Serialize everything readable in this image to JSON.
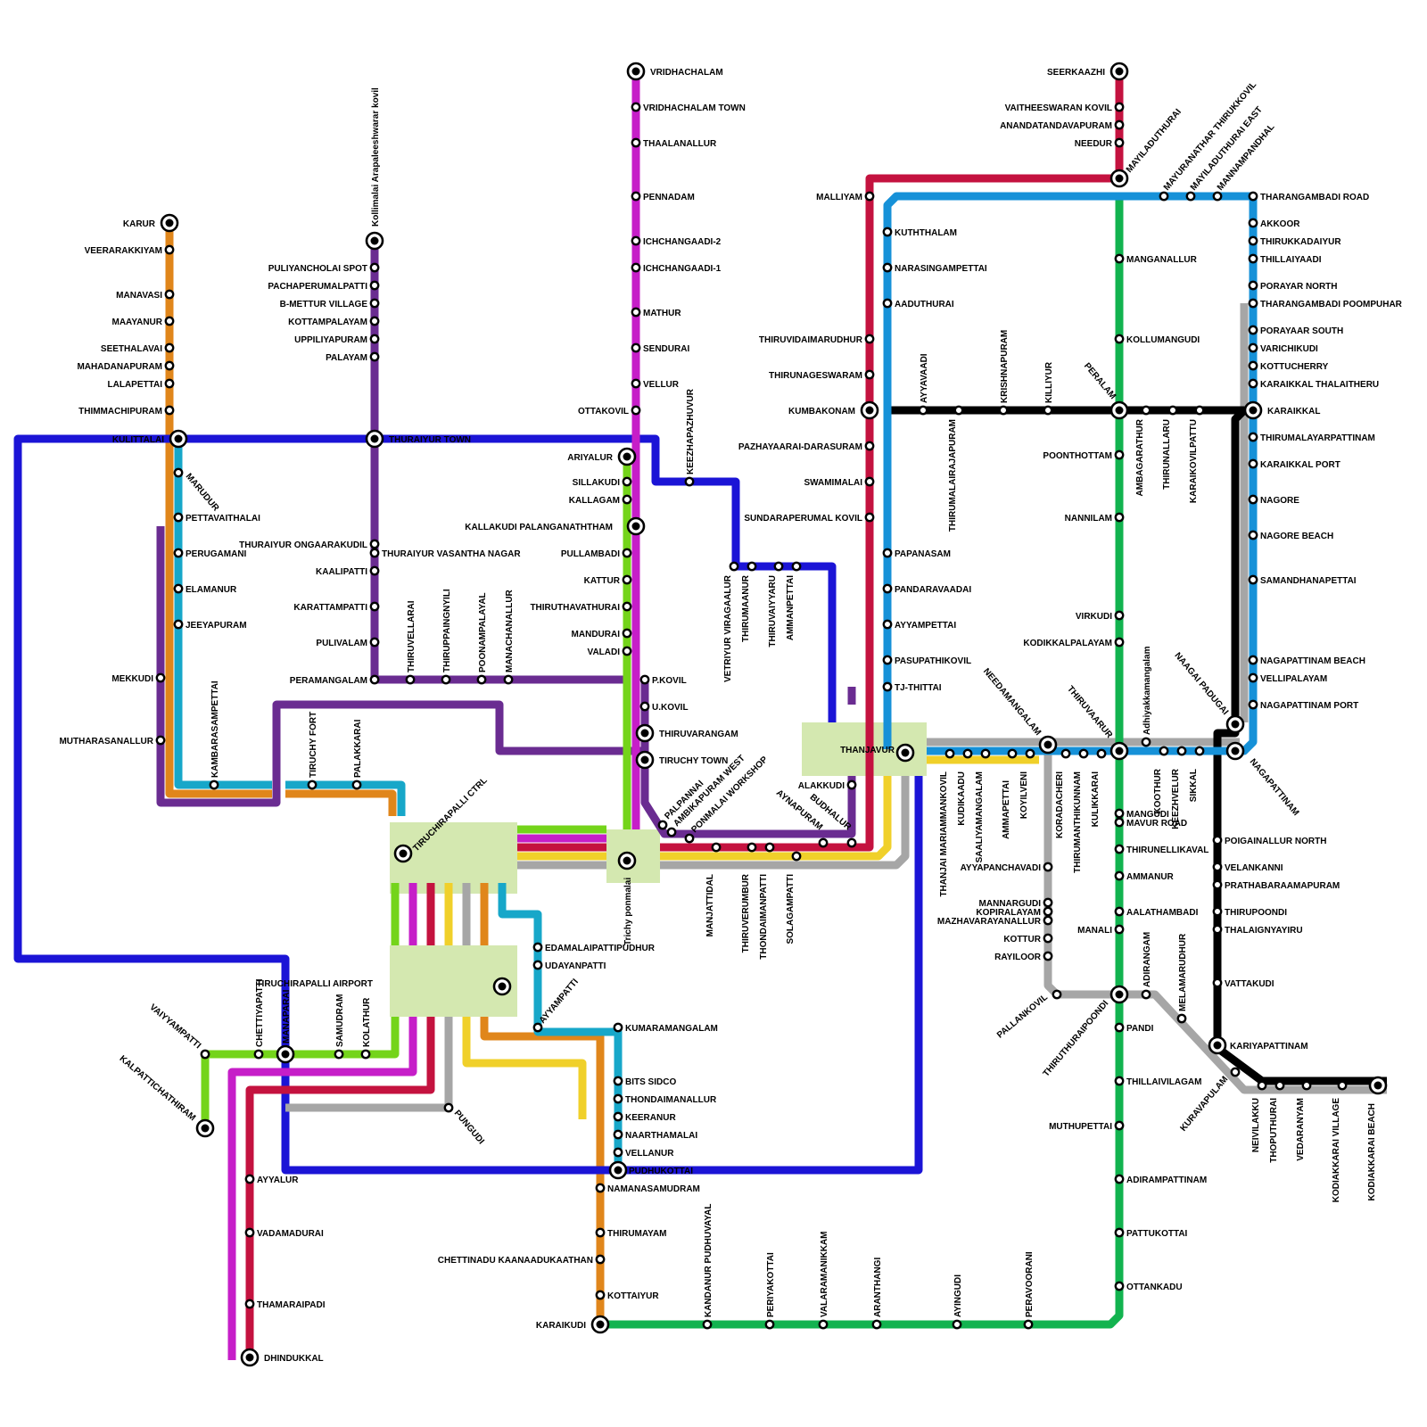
{
  "colors": {
    "orange": "#e0861b",
    "cyan": "#17a7c9",
    "blue": "#1b14d6",
    "purple": "#6a2c91",
    "magenta": "#c61ec8",
    "green_light": "#74d41a",
    "red": "#c4123f",
    "yellow": "#f0d02a",
    "gray": "#a6a6a6",
    "green": "#12b34f",
    "black": "#000000",
    "skyblue": "#1691d8",
    "hub": "#d4e8b0"
  },
  "hubs": [
    {
      "label": "TIRUCHIRAPALLI CTRL"
    },
    {
      "label": "TIRUCHIRAPALLI AIRPORT"
    },
    {
      "label": "THANJAVUR"
    },
    {
      "label": "Trichy ponmalai"
    }
  ],
  "stations": [
    "KARUR",
    "VEERARAKKIYAM",
    "MANAVASI",
    "MAAYANUR",
    "SEETHALAVAI",
    "MAHADANAPURAM",
    "LALAPETTAI",
    "THIMMACHIPURAM",
    "KULITTALAI",
    "MARUDUR",
    "PETTAVAITHALAI",
    "PERUGAMANI",
    "ELAMANUR",
    "JEEYAPURAM",
    "MEKKUDI",
    "MUTHARASANALLUR",
    "KAMBARASAMPETTAI",
    "Kollimalai Arapaleeshwarar kovil",
    "PULIYANCHOLAI SPOT",
    "PACHAPERUMALPATTI",
    "B-METTUR VILLAGE",
    "KOTTAMPALAYAM",
    "UPPILIYAPURAM",
    "PALAYAM",
    "THURAIYUR TOWN",
    "THURAIYUR ONGAARAKUDIL",
    "THURAIYUR VASANTHA NAGAR",
    "KAALIPATTI",
    "KARATTAMPATTI",
    "PULIVALAM",
    "PERAMANGALAM",
    "THIRUVELLARAI",
    "THIRUPPAINGNYILI",
    "POONAMPALAYAL",
    "MANACHANALLUR",
    "TIRUCHY FORT",
    "PALAKKARAI",
    "VRIDHACHALAM",
    "VRIDHACHALAM TOWN",
    "THAALANALLUR",
    "PENNADAM",
    "ICHCHANGAADI-2",
    "ICHCHANGAADI-1",
    "MATHUR",
    "SENDURAI",
    "VELLUR",
    "OTTAKOVIL",
    "ARIYALUR",
    "KEEZHAPAZHUVUR",
    "SILLAKUDI",
    "KALLAGAM",
    "KALLAKUDI PALANGANATHTHAM",
    "PULLAMBADI",
    "KATTUR",
    "THIRUTHAVATHURAI",
    "MANDURAI",
    "VALADI",
    "P.KOVIL",
    "U.KOVIL",
    "THIRUVARANGAM",
    "TIRUCHY TOWN",
    "PALPANNAI",
    "AMBIKAPURAM WEST",
    "PONMALAI WORKSHOP",
    "VETRIYUR VIRAGAALUR",
    "THIRUMAANUR",
    "THIRUVAIYYARU",
    "AMMANPETTAI",
    "MANJATTIDAL",
    "THIRUVERUMBUR",
    "THONDAIMANPATTI",
    "SOLAGAMPATTI",
    "AYNAPURAM",
    "BUDHALUR",
    "ALAKKUDI",
    "EDAMALAIPATTIPUDHUR",
    "UDAYANPATTI",
    "AYYAMPATTI",
    "KUMARAMANGALAM",
    "BITS SIDCO",
    "THONDAIMANALLUR",
    "KEERANUR",
    "NAARTHAMALAI",
    "VELLANUR",
    "PUDHUKOTTAI",
    "NAMANASAMUDRAM",
    "THIRUMAYAM",
    "CHETTINADU KAANAADUKAATHAN",
    "KOTTAIYUR",
    "KARAIKUDI",
    "KANDANUR PUDHUVAYAL",
    "PERIYAKOTTAI",
    "VALARAMANIKKAM",
    "ARANTHANGI",
    "AYINGUDI",
    "PERAVOORANI",
    "VAIYYAMPATTI",
    "KALPATTICHATHIRAM",
    "CHETTIYAPATTI",
    "MANAPARAI",
    "SAMUDRAM",
    "KOLATHUR",
    "PUNGUDI",
    "AYYALUR",
    "VADAMADURAI",
    "THAMARAIPADI",
    "DHINDUKKAL",
    "SEERKAAZHI",
    "VAITHEESWARAN KOVIL",
    "ANANDATANDAVAPURAM",
    "NEEDUR",
    "MAYILADUTHURAI",
    "MAYURANATHAR THIRUKKOVIL",
    "MAYILADUTHURAI EAST",
    "MANNAMPANDHAL",
    "MALLIYAM",
    "KUTHTHALAM",
    "NARASINGAMPETTAI",
    "AADUTHURAI",
    "THIRUVIDAIMARUDHUR",
    "THIRUNAGESWARAM",
    "KUMBAKONAM",
    "PAZHAYAARAI-DARASURAM",
    "SWAMIMALAI",
    "SUNDARAPERUMAL KOVIL",
    "PAPANASAM",
    "PANDARAVAADAI",
    "AYYAMPETTAI",
    "PASUPATHIKOVIL",
    "TJ-THITTAI",
    "AYYAVAADI",
    "THIRUMALAIRAJAPURAM",
    "KRISHNAPURAM",
    "KILLIYUR",
    "PERALAM",
    "AMBAGARATHUR",
    "THIRUNALLARU",
    "KARAIKOVILPATTU",
    "KARAIKKAL",
    "MANGANALLUR",
    "KOLLUMANGUDI",
    "POONTHOTTAM",
    "NANNILAM",
    "VIRKUDI",
    "KODIKKALPALAYAM",
    "THARANGAMBADI ROAD",
    "AKKOOR",
    "THIRUKKADAIYUR",
    "THILLAIYAADI",
    "PORAYAR NORTH",
    "THARANGAMBADI POOMPUHAR",
    "PORAYAAR SOUTH",
    "VARICHIKUDI",
    "KOTTUCHERRY",
    "KARAIKKAL THALAITHERU",
    "THIRUMALAYARPATTINAM",
    "KARAIKKAL PORT",
    "NAGORE",
    "NAGORE BEACH",
    "SAMANDHANAPETTAI",
    "NAGAPATTINAM BEACH",
    "VELLIPALAYAM",
    "NAGAPATTINAM PORT",
    "NEEDAMANGALAM",
    "THANJAI MARIAMMANKOVIL",
    "KUDIKAADU",
    "SAALIYAMANGALAM",
    "AMMAPETTAI",
    "KOYILVENI",
    "KORADACHERI",
    "THIRUMANTHIKUNNAM",
    "KULIKKARAI",
    "THIRUVAARUR",
    "Adhiyakkamangalam",
    "KOOTHUR",
    "KEEZHVELUR",
    "SIKKAL",
    "NAAGAI PADUGAI",
    "NAGAPATTINAM",
    "AYYAPANCHAVADI",
    "MANNARGUDI",
    "KOPIRALAYAM",
    "MAZHAVARAYANALLUR",
    "KOTTUR",
    "RAYILOOR",
    "PALLANKOVIL",
    "MANGUDI",
    "MAVUR ROAD",
    "THIRUNELLIKAVAL",
    "AMMANUR",
    "AALATHAMBADI",
    "MANALI",
    "ADIRANGAM",
    "MELAMARUDHUR",
    "THIRUTHURAIPOONDI",
    "PANDI",
    "THILLAIVILAGAM",
    "MUTHUPETTAI",
    "ADIRAMPATTINAM",
    "PATTUKOTTAI",
    "OTTANKADU",
    "POIGAINALLUR NORTH",
    "VELANKANNI",
    "PRATHABARAAMAPURAM",
    "THIRUPOONDI",
    "THALAIGNYAYIRU",
    "VATTAKUDI",
    "KARIYAPATTINAM",
    "KURAVAPULAM",
    "NEIVILAKKU",
    "THOPUTHURAI",
    "VEDARANYAM",
    "KODIAKKARAI VILLAGE",
    "KODIAKKARAI BEACH"
  ]
}
